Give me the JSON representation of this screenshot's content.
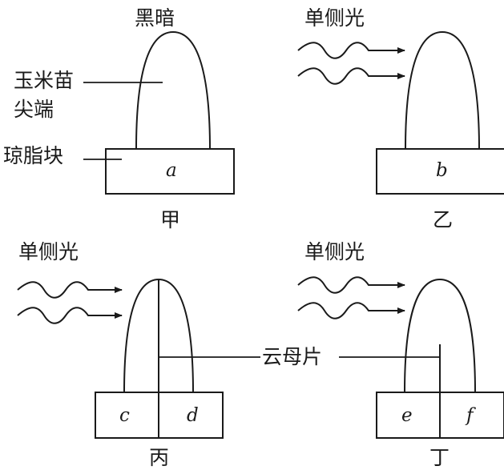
{
  "panels": {
    "jia": {
      "caption": "甲",
      "condition": "黑暗",
      "block_label": "a"
    },
    "yi": {
      "caption": "乙",
      "condition": "单侧光",
      "block_label": "b"
    },
    "bing": {
      "caption": "丙",
      "condition": "单侧光",
      "block_left_label": "c",
      "block_right_label": "d"
    },
    "ding": {
      "caption": "丁",
      "condition": "单侧光",
      "block_left_label": "e",
      "block_right_label": "f"
    }
  },
  "callouts": {
    "tip_line1": "玉米苗",
    "tip_line2": "尖端",
    "agar_block": "琼脂块",
    "mica_sheet": "云母片"
  }
}
